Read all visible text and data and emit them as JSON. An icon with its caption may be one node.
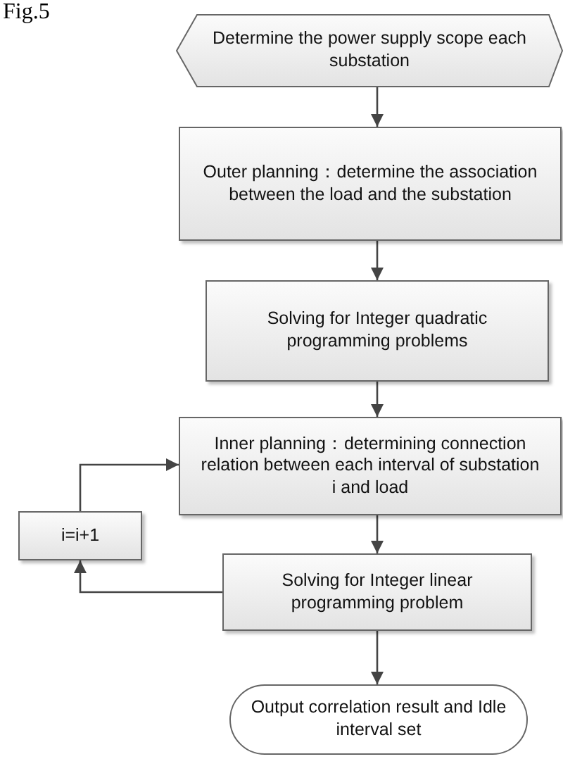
{
  "diagram": {
    "nodes": [
      {
        "text": [
          "Determine the power supply scope each  substation"
        ]
      },
      {
        "text": [
          "Outer planning：determine the association between the load and the substation"
        ]
      },
      {
        "text": [
          "Solving for Integer quadratic programming problems"
        ]
      },
      {
        "text": [
          "Inner planning：determining connection relation between each interval of  substation i and load"
        ]
      },
      {
        "text": [
          "i=i+1"
        ]
      },
      {
        "text": [
          "Solving for Integer linear programming problem"
        ]
      },
      {
        "text": [
          "Output correlation result and Idle interval set"
        ]
      }
    ],
    "edges": [
      {
        "from": 0,
        "to": 1,
        "arrow": "to"
      },
      {
        "from": 1,
        "to": 2,
        "arrow": "to"
      },
      {
        "from": 2,
        "to": 3,
        "arrow": "to"
      },
      {
        "from": 3,
        "to": 5,
        "arrow": "to"
      },
      {
        "from": 5,
        "to": 6,
        "arrow": "to"
      },
      {
        "from": 5,
        "to": 4,
        "arrow": "to"
      },
      {
        "from": 4,
        "to": 3,
        "arrow": "to"
      }
    ],
    "labels": [
      "Fig.5"
    ]
  }
}
